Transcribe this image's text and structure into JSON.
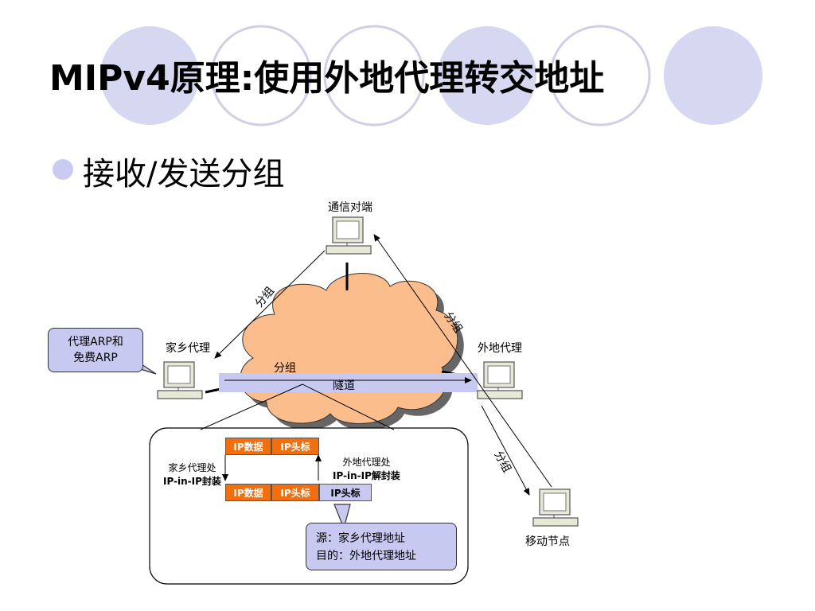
{
  "title": "MIPv4原理:使用外地代理转交地址",
  "bullet": "接收/发送分组",
  "nodes": {
    "correspondent": "通信对端",
    "home_agent": "家乡代理",
    "foreign_agent": "外地代理",
    "mobile_node": "移动节点"
  },
  "callout_arp": {
    "line1": "代理ARP和",
    "line2": "免费ARP"
  },
  "tunnel": "隧道",
  "packet_labels": {
    "left_top": "分组",
    "right_top": "分组",
    "tunnel_top": "分组",
    "bottom_right": "分组"
  },
  "inset": {
    "cell_data": "IP数据",
    "cell_header": "IP头标",
    "cell_outer_header": "IP头标",
    "home_process_1": "家乡代理处",
    "home_process_2": "IP-in-IP封装",
    "foreign_process_1": "外地代理处",
    "foreign_process_2": "IP-in-IP解封装",
    "addr_src": "源：家乡代理地址",
    "addr_dst": "目的：外地代理地址"
  },
  "colors": {
    "deco_circle": "#d6d7f0",
    "deco_outline": "#cfcfe6",
    "bullet": "#c9cbf2",
    "cloud": "#fbbd8c",
    "tunnel": "#c7c9f0",
    "orange": "#f36f0e"
  }
}
